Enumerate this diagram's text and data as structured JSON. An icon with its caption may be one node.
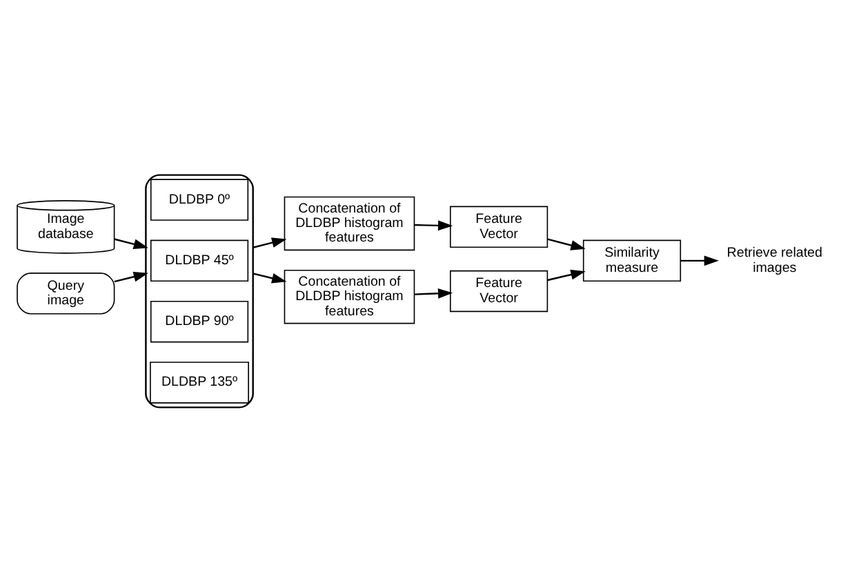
{
  "diagram": {
    "nodes": [
      {
        "text": [
          "Image database"
        ]
      },
      {
        "text": [
          "Query image"
        ]
      },
      {
        "text": [],
        "shape": "box"
      },
      {
        "text": [
          "DLDBP 0º"
        ],
        "in": 2
      },
      {
        "text": [
          "DLDBP 45º"
        ],
        "in": 2
      },
      {
        "text": [
          "DLDBP 90º"
        ],
        "in": 2
      },
      {
        "text": [
          "DLDBP 135º"
        ],
        "in": 2
      },
      {
        "text": [
          "Concatenation of DLDBP histogram features"
        ]
      },
      {
        "text": [
          "Concatenation of DLDBP histogram features"
        ]
      },
      {
        "text": [
          "Feature Vector"
        ]
      },
      {
        "text": [
          "Feature Vector"
        ]
      },
      {
        "text": [
          "Similarity measure"
        ]
      },
      {
        "text": [
          "Retrieve related images"
        ]
      }
    ],
    "edges": [
      {
        "from": 0,
        "to": 2,
        "arrow": "to"
      },
      {
        "from": 1,
        "to": 2,
        "arrow": "to"
      },
      {
        "from": 2,
        "to": 7,
        "arrow": "to"
      },
      {
        "from": 2,
        "to": 8,
        "arrow": "to"
      },
      {
        "from": 7,
        "to": 9,
        "arrow": "to"
      },
      {
        "from": 8,
        "to": 10,
        "arrow": "to"
      },
      {
        "from": 9,
        "to": 11,
        "arrow": "to"
      },
      {
        "from": 10,
        "to": 11,
        "arrow": "to"
      },
      {
        "from": 11,
        "to": 12,
        "arrow": "to"
      }
    ]
  }
}
